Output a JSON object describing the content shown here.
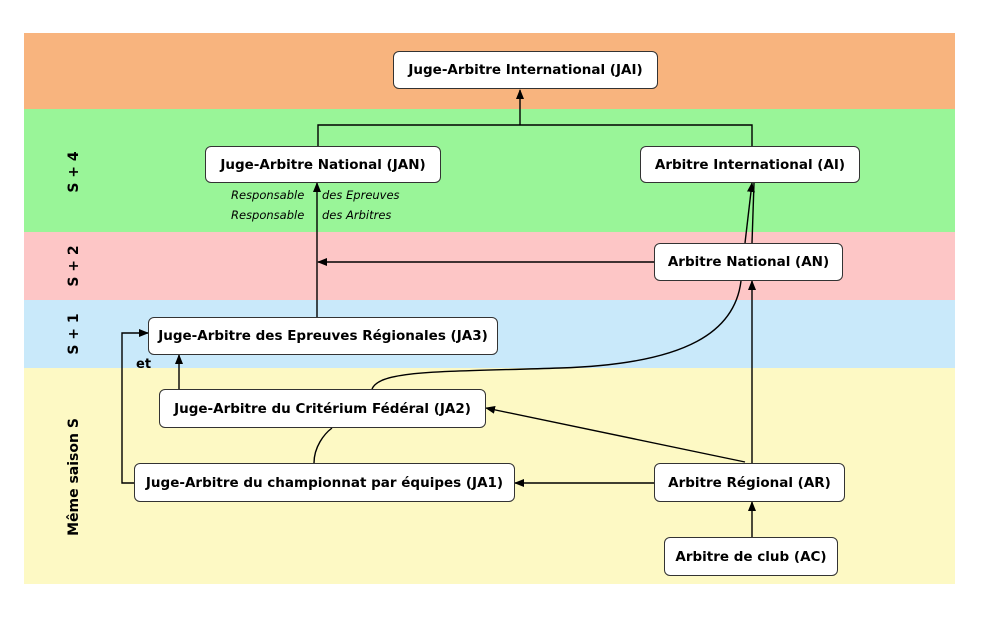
{
  "bands": {
    "s4": "S + 4",
    "s2": "S + 2",
    "s1": "S + 1",
    "s": "Même saison S"
  },
  "nodes": {
    "jai": "Juge-Arbitre International (JAI)",
    "jan": "Juge-Arbitre National (JAN)",
    "ai": "Arbitre International (AI)",
    "an": "Arbitre National (AN)",
    "ja3": "Juge-Arbitre des Epreuves Régionales (JA3)",
    "ja2": "Juge-Arbitre du Critérium Fédéral (JA2)",
    "ja1": "Juge-Arbitre du championnat par équipes (JA1)",
    "ar": "Arbitre Régional (AR)",
    "ac": "Arbitre de club (AC)"
  },
  "notes": {
    "line1_left": "Responsable",
    "line1_right": "des Epreuves",
    "line2_left": "Responsable",
    "line2_right": "des Arbitres",
    "et": "et"
  },
  "colors": {
    "band_jai": "#f8b47e",
    "band_s4": "#99f598",
    "band_s2": "#fdc6c6",
    "band_s1": "#c9e9fa",
    "band_s": "#fdf9c4"
  }
}
